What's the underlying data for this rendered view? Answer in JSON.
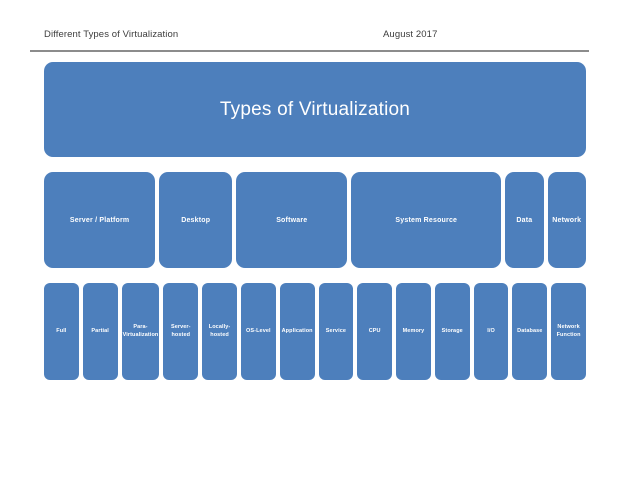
{
  "header": {
    "title": "Different Types of Virtualization",
    "date": "August 2017"
  },
  "diagram": {
    "root_label": "Types of Virtualization",
    "groups": [
      {
        "label": "Server / Platform",
        "children": [
          "Full",
          "Partial",
          "Para-Virtualization"
        ]
      },
      {
        "label": "Desktop",
        "children": [
          "Server-hosted",
          "Locally-hosted"
        ]
      },
      {
        "label": "Software",
        "children": [
          "OS-Level",
          "Application",
          "Service"
        ]
      },
      {
        "label": "System Resource",
        "children": [
          "CPU",
          "Memory",
          "Storage",
          "I/O"
        ]
      },
      {
        "label": "Data",
        "children": [
          "Database"
        ]
      },
      {
        "label": "Network",
        "children": [
          "Network Function"
        ]
      }
    ],
    "colors": {
      "box_fill": "#4d7fbc",
      "box_text": "#ffffff",
      "header_text": "#3d3d3d",
      "divider_line": "#8c8c8c",
      "background": "#ffffff"
    }
  }
}
